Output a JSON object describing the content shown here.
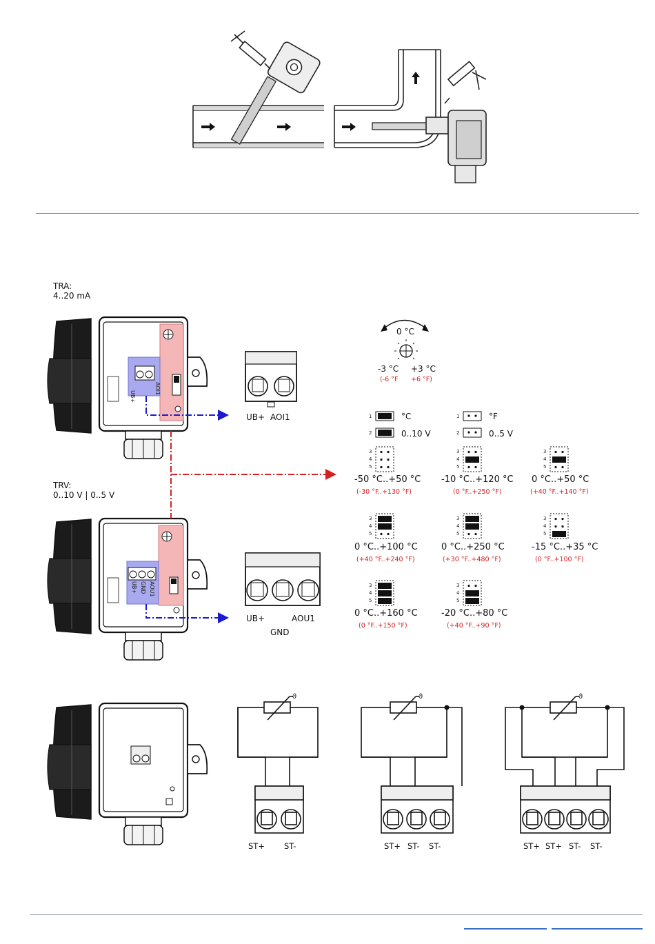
{
  "sections": {
    "tra": {
      "title": "TRA:",
      "signal": "4..20 mA"
    },
    "trv": {
      "title": "TRV:",
      "signal": "0..10 V | 0..5 V"
    }
  },
  "terminals_tra": {
    "left": "UB+",
    "right": "AOI1"
  },
  "terminals_trv": {
    "left": "UB+",
    "right": "AOU1",
    "bottom": "GND"
  },
  "board_labels_tra": {
    "a": "UB+",
    "b": "AOI1"
  },
  "board_labels_trv": {
    "a": "UB+",
    "b": "GND",
    "c": "AOU1"
  },
  "offset": {
    "center": "0 °C",
    "minus": "-3 °C",
    "plus": "+3 °C",
    "minus_f": "(-6 °F",
    "plus_f": "+6 °F)"
  },
  "unit_jumpers": [
    {
      "pin": "1",
      "label": "°C",
      "filled": true
    },
    {
      "pin": "2",
      "label": "0..10 V",
      "filled": true
    },
    {
      "pin": "1",
      "label": "°F",
      "filled": false
    },
    {
      "pin": "2",
      "label": "0..5 V",
      "filled": false
    }
  ],
  "pin_numbers": [
    "3",
    "4",
    "5"
  ],
  "ranges": [
    {
      "c": "-50 °C..+50 °C",
      "f": "(-30 °F..+130 °F)",
      "rows": [
        0,
        0,
        0
      ]
    },
    {
      "c": "-10 °C..+120 °C",
      "f": "(0 °F..+250 °F)",
      "rows": [
        0,
        1,
        0
      ]
    },
    {
      "c": "0 °C..+50 °C",
      "f": "(+40 °F..+140 °F)",
      "rows": [
        0,
        1,
        0
      ]
    },
    {
      "c": "0 °C..+100 °C",
      "f": "(+40 °F..+240 °F)",
      "rows": [
        1,
        1,
        0
      ]
    },
    {
      "c": "0 °C..+250 °C",
      "f": "(+30 °F..+480 °F)",
      "rows": [
        1,
        1,
        0
      ]
    },
    {
      "c": "-15 °C..+35 °C",
      "f": "(0 °F..+100 °F)",
      "rows": [
        0,
        0,
        1
      ]
    },
    {
      "c": "0 °C..+160 °C",
      "f": "(0 °F..+150 °F)",
      "rows": [
        1,
        1,
        1
      ]
    },
    {
      "c": "-20 °C..+80 °C",
      "f": "(+40 °F..+90 °F)",
      "rows": [
        0,
        1,
        1
      ]
    }
  ],
  "wiring": [
    {
      "labels": [
        "ST+",
        "ST-"
      ]
    },
    {
      "labels": [
        "ST+",
        "ST-",
        "ST-"
      ]
    },
    {
      "labels": [
        "ST+",
        "ST+",
        "ST-",
        "ST-"
      ]
    }
  ],
  "theta": "ϑ",
  "colors": {
    "blue_zone": "#a9a9ef",
    "red_zone": "#f4b6b6",
    "blue_arrow": "#1a1ad0",
    "red_arrow": "#d42020",
    "red_text": "#d42020",
    "rule": "#7a8fa6",
    "link": "#3a6fc4"
  }
}
